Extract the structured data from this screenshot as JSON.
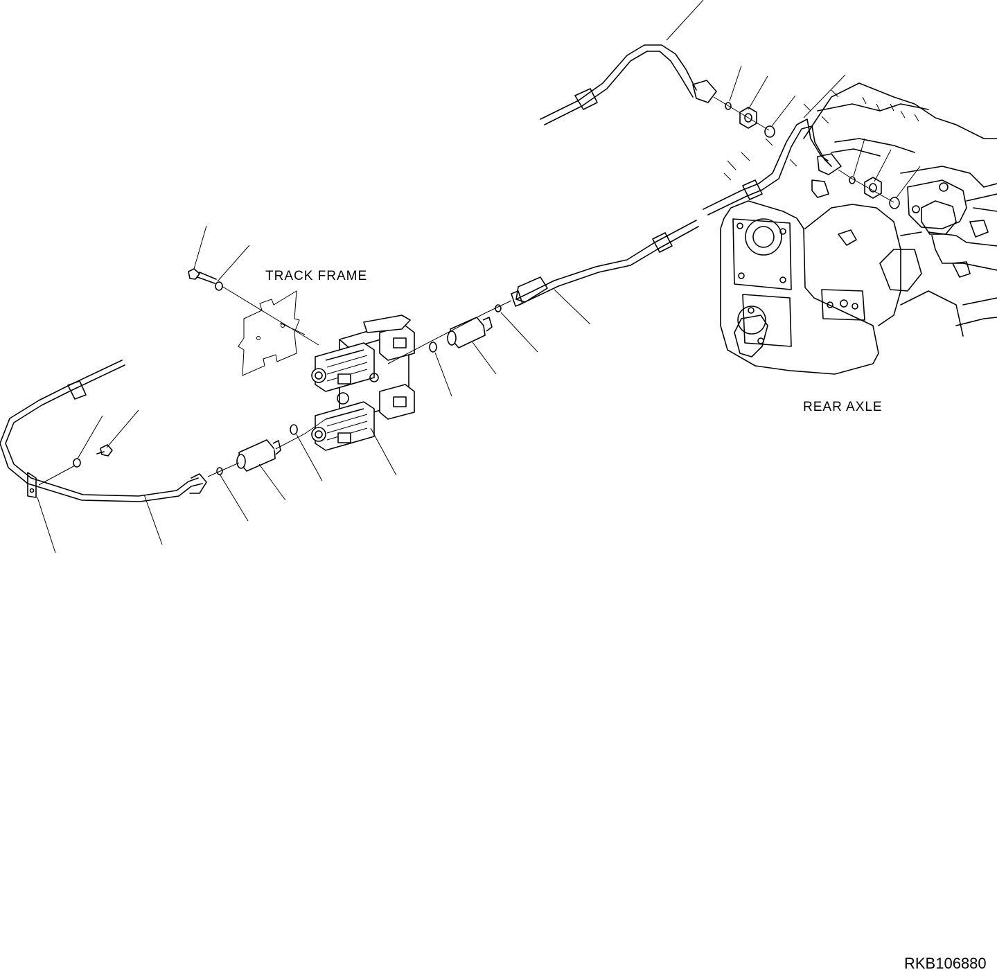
{
  "labels": {
    "track_frame": "TRACK FRAME",
    "rear_axle": "REAR AXLE",
    "drawing_number": "RKB106880"
  },
  "colors": {
    "ink": "#000000",
    "paper": "#ffffff"
  }
}
